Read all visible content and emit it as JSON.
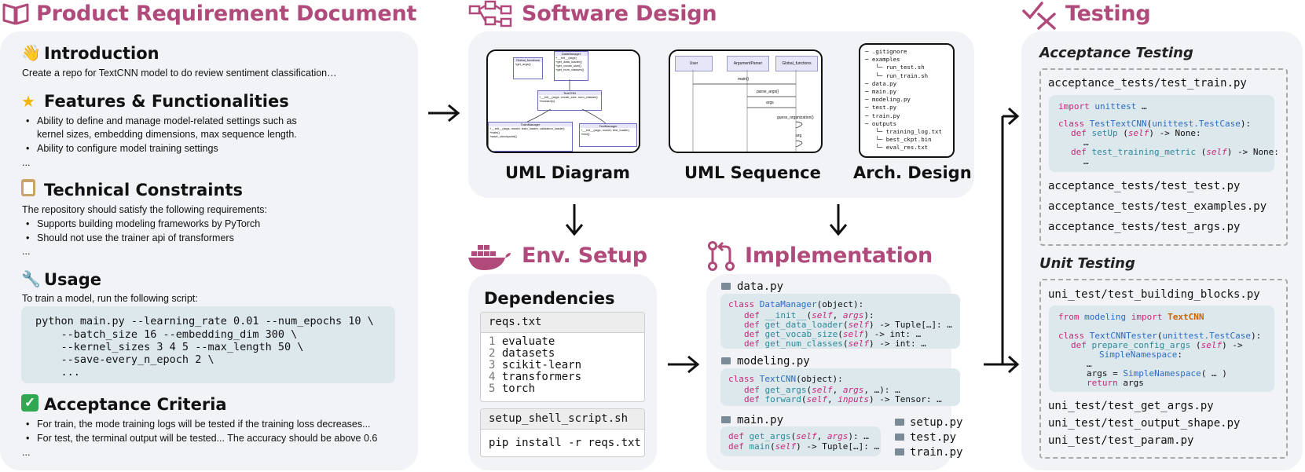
{
  "prd": {
    "title": "Product Requirement Document",
    "intro_heading": "Introduction",
    "intro_text": "Create a repo for TextCNN model to do review sentiment classification…",
    "features_heading": "Features & Functionalities",
    "features": [
      "Ability to define and manage model-related settings such as",
      "kernel sizes, embedding dimensions, max sequence length.",
      "Ability to configure model training settings"
    ],
    "ellipsis": "...",
    "constraints_heading": "Technical Constraints",
    "constraints_intro": "The repository should satisfy the following requirements:",
    "constraints": [
      "Supports building modeling frameworks by PyTorch",
      "Should not use the trainer api of transformers"
    ],
    "usage_heading": "Usage",
    "usage_text": "To train a model, run the following script:",
    "usage_code": [
      "python main.py --learning_rate 0.01 --num_epochs 10 \\",
      "    --batch_size 16 --embedding_dim 300 \\",
      "    --kernel_sizes 3 4 5 --max_length 50 \\",
      "    --save-every_n_epoch 2 \\",
      "    ..."
    ],
    "acceptance_heading": "Acceptance Criteria",
    "acceptance": [
      "For train, the mode training logs will be tested if the training loss decreases...",
      "For test, the terminal output will be tested... The accuracy should be above 0.6"
    ]
  },
  "design": {
    "title": "Software Design",
    "uml_diagram_caption": "UML Diagram",
    "uml_sequence_caption": "UML Sequence",
    "arch_caption": "Arch. Design",
    "uml_classes": {
      "global": "Global_functions",
      "global_m": "+get_args()",
      "dm": "DataManager",
      "dm_m": [
        "+__init__(args)",
        "+get_data_loader()",
        "+get_vocab_size()",
        "+get_num_classes()"
      ],
      "textcnn": "TextCNN",
      "textcnn_m": [
        "+__init__(args, vocab_size, num_classes)",
        "+forward(x)"
      ],
      "trainer": "TrainManager",
      "trainer_m": [
        "+__init__(args, model, train_loader, validation_loader)",
        "+train()",
        "+save_checkpoint()"
      ],
      "tester": "TestManager",
      "tester_m": [
        "+__init__(args, model, test_loader)",
        "+test()"
      ]
    },
    "uml_seq": {
      "actors": [
        "User",
        "ArgumentParser",
        "Global_functions"
      ],
      "msgs": [
        "main()",
        "parse_args()",
        "args",
        "guess_organization()",
        "arg"
      ]
    },
    "arch_tree": [
      "─ .gitignore",
      "─ examples",
      "   └─ run_test.sh",
      "   └─ run_train.sh",
      "─ data.py",
      "─ main.py",
      "─ modeling.py",
      "─ test.py",
      "─ train.py",
      "─ outputs",
      "   └─ training_log.txt",
      "   └─ best_ckpt.bin",
      "   └─ eval_res.txt"
    ]
  },
  "env": {
    "title": "Env. Setup",
    "dependencies_heading": "Dependencies",
    "reqs_file": "reqs.txt",
    "reqs": [
      {
        "n": "1",
        "pkg": "evaluate"
      },
      {
        "n": "2",
        "pkg": "datasets"
      },
      {
        "n": "3",
        "pkg": "scikit-learn"
      },
      {
        "n": "4",
        "pkg": "transformers"
      },
      {
        "n": "5",
        "pkg": "torch"
      }
    ],
    "script_file": "setup_shell_script.sh",
    "script_cmd": "pip install -r reqs.txt"
  },
  "impl": {
    "title": "Implementation",
    "data_file": "data.py",
    "modeling_file": "modeling.py",
    "main_file": "main.py",
    "side_files": [
      "setup.py",
      "test.py",
      "train.py"
    ]
  },
  "testing": {
    "title": "Testing",
    "acceptance_title": "Acceptance Testing",
    "acc_first": "acceptance_tests/test_train.py",
    "acc_files": [
      "acceptance_tests/test_test.py",
      "acceptance_tests/test_examples.py",
      "acceptance_tests/test_args.py"
    ],
    "unit_title": "Unit Testing",
    "unit_first": "uni_test/test_building_blocks.py",
    "unit_files": [
      "uni_test/test_get_args.py",
      "uni_test/test_output_shape.py",
      "uni_test/test_param.py"
    ]
  },
  "colors": {
    "accent": "#b04a7a",
    "panel": "#f1f3f6",
    "code_bg": "#dde8ec"
  }
}
